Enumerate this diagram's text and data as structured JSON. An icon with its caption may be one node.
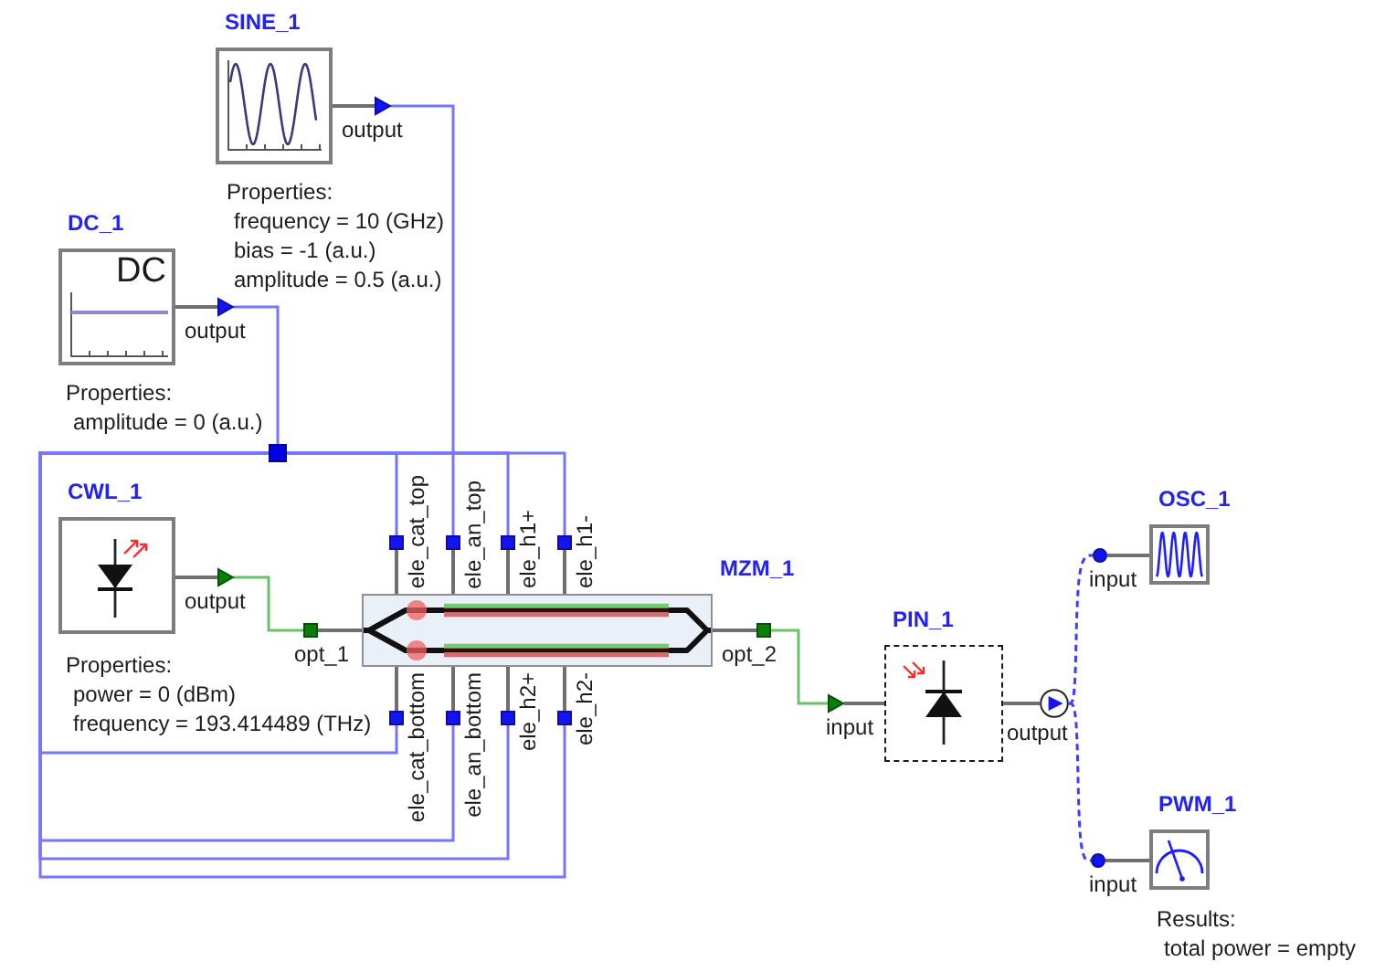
{
  "diagram": {
    "nodes": [
      {
        "text": [
          "SINE_1"
        ],
        "beside": [
          "Properties:",
          "frequency = 10 (GHz)",
          "bias = -1 (a.u.)",
          "amplitude = 0.5 (a.u.)"
        ]
      },
      {
        "text": [],
        "shape": "triangle"
      },
      {
        "text": [
          "DC_1",
          "DC"
        ],
        "beside": [
          "Properties:",
          "amplitude = 0 (a.u.)"
        ]
      },
      {
        "text": [],
        "shape": "triangle"
      },
      {
        "text": [],
        "shape": "box"
      },
      {
        "text": [
          "CWL_1"
        ],
        "beside": [
          "Properties:",
          "power = 0 (dBm)",
          "frequency = 193.414489 (THz)"
        ]
      },
      {
        "text": [],
        "shape": "triangle"
      },
      {
        "text": [
          "MZM_1"
        ]
      },
      {
        "text": [],
        "shape": "box"
      },
      {
        "text": [],
        "shape": "box"
      },
      {
        "text": [],
        "shape": "box"
      },
      {
        "text": [],
        "shape": "box"
      },
      {
        "text": [],
        "shape": "box"
      },
      {
        "text": [],
        "shape": "box"
      },
      {
        "text": [],
        "shape": "box"
      },
      {
        "text": [],
        "shape": "box"
      },
      {
        "text": [],
        "shape": "box"
      },
      {
        "text": [],
        "shape": "box"
      },
      {
        "text": [
          "PIN_1"
        ]
      },
      {
        "text": [],
        "shape": "triangle"
      },
      {
        "text": [],
        "shape": "circle"
      },
      {
        "text": [
          "OSC_1"
        ]
      },
      {
        "text": [],
        "shape": "circle"
      },
      {
        "text": [
          "PWM_1"
        ],
        "beside": [
          "Results:",
          "total power = empty"
        ]
      },
      {
        "text": [],
        "shape": "circle"
      }
    ],
    "edges": [
      {
        "from": 0,
        "to": 1,
        "arrow": "none"
      },
      {
        "from": 2,
        "to": 3,
        "arrow": "none"
      },
      {
        "from": 5,
        "to": 6,
        "arrow": "none"
      },
      {
        "from": 7,
        "to": 8,
        "arrow": "none"
      },
      {
        "from": 7,
        "to": 9,
        "arrow": "none"
      },
      {
        "from": 7,
        "to": 10,
        "arrow": "none"
      },
      {
        "from": 7,
        "to": 11,
        "arrow": "none"
      },
      {
        "from": 7,
        "to": 12,
        "arrow": "none"
      },
      {
        "from": 7,
        "to": 13,
        "arrow": "none"
      },
      {
        "from": 7,
        "to": 14,
        "arrow": "none"
      },
      {
        "from": 7,
        "to": 15,
        "arrow": "none"
      },
      {
        "from": 7,
        "to": 16,
        "arrow": "none"
      },
      {
        "from": 7,
        "to": 17,
        "arrow": "none"
      },
      {
        "from": 18,
        "to": 19,
        "arrow": "none"
      },
      {
        "from": 18,
        "to": 20,
        "arrow": "none"
      },
      {
        "from": 21,
        "to": 22,
        "arrow": "none"
      },
      {
        "from": 23,
        "to": 24,
        "arrow": "none"
      },
      {
        "from": 1,
        "to": 10,
        "arrow": "none",
        "color": "#7575ff"
      },
      {
        "from": 3,
        "to": 4,
        "arrow": "none",
        "color": "#7575ff"
      },
      {
        "from": 4,
        "to": 9,
        "arrow": "none",
        "color": "#7575ff"
      },
      {
        "from": 4,
        "to": 11,
        "arrow": "none",
        "color": "#7575ff"
      },
      {
        "from": 4,
        "to": 12,
        "arrow": "none",
        "color": "#7575ff"
      },
      {
        "from": 4,
        "to": 14,
        "arrow": "none",
        "color": "#7575ff"
      },
      {
        "from": 4,
        "to": 15,
        "arrow": "none",
        "color": "#7575ff"
      },
      {
        "from": 4,
        "to": 16,
        "arrow": "none",
        "color": "#7575ff"
      },
      {
        "from": 4,
        "to": 17,
        "arrow": "none",
        "color": "#7575ff"
      },
      {
        "from": 6,
        "to": 8,
        "arrow": "none",
        "color": "#6abf69"
      },
      {
        "from": 13,
        "to": 19,
        "arrow": "none",
        "color": "#6abf69"
      },
      {
        "from": 20,
        "to": 22,
        "arrow": "none",
        "style": "dashed",
        "color": "#3d3dff"
      },
      {
        "from": 20,
        "to": 24,
        "arrow": "none",
        "style": "dashed",
        "color": "#3d3dff"
      }
    ],
    "labels": [
      "output",
      "output",
      "ele_cat_top",
      "ele_an_top",
      "ele_h1+",
      "ele_h1-",
      "input",
      "output",
      "opt_1",
      "opt_2",
      "ele_cat_bottom",
      "ele_an_bottom",
      "ele_h2+",
      "ele_h2-",
      "input",
      "output",
      "input"
    ]
  }
}
